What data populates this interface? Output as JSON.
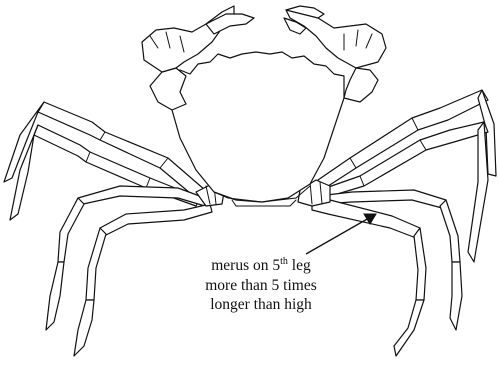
{
  "figure": {
    "subject": "crab",
    "annotation": {
      "line1_pre": "merus on 5",
      "line1_sup": "th",
      "line1_post": " leg",
      "line2": "more than 5 times",
      "line3": "longer than high"
    },
    "colors": {
      "ink": "#111111",
      "background": "#ffffff"
    }
  }
}
